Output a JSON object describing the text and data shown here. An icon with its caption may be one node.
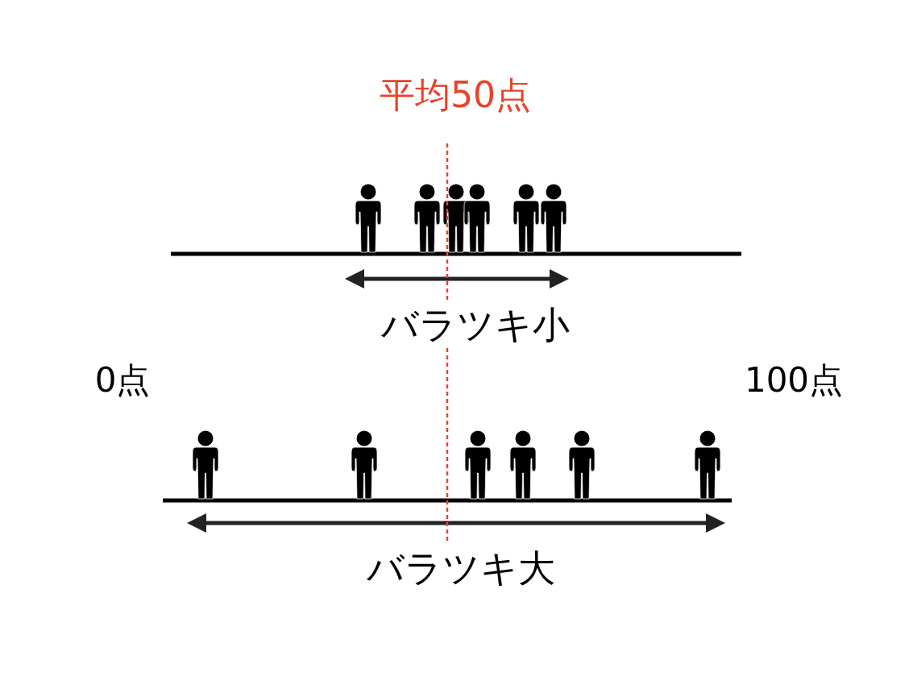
{
  "diagram": {
    "labels": [
      "平均50点",
      "バラツキ小",
      "0点",
      "100点",
      "バラツキ大"
    ]
  }
}
